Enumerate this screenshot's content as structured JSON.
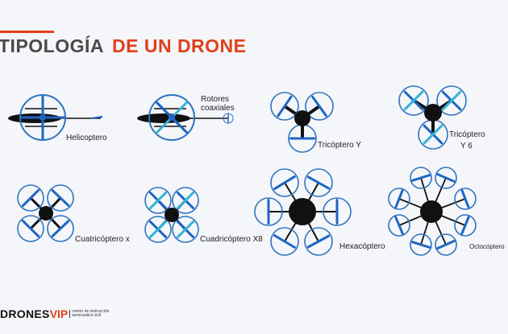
{
  "title": {
    "part1": "TIPOLOGÍA",
    "part2": "DE UN DRONE"
  },
  "colors": {
    "accent": "#e0401c",
    "rotor": "#2f74c0",
    "blade": "#1f66c4",
    "blade_light": "#35b3d6",
    "body": "#111111"
  },
  "drones": [
    {
      "type": "helicopter",
      "label": "Helicoptero"
    },
    {
      "type": "coaxial",
      "label": "Rotores coaxiales",
      "label_lines": [
        "Rotores",
        "coaxiales"
      ]
    },
    {
      "type": "tri-y",
      "label": "Tricóptero Y"
    },
    {
      "type": "tri-y6",
      "label": "Tricóptero Y 6",
      "label_lines": [
        "Tricóptero",
        "Y 6"
      ]
    },
    {
      "type": "quad-x",
      "label": "Cuatricóptero x"
    },
    {
      "type": "quad-x8",
      "label": "Cuadricóptero X8"
    },
    {
      "type": "hexa",
      "label": "Hexacóptero"
    },
    {
      "type": "octo",
      "label": "Octocóptero"
    }
  ],
  "logo": {
    "brand1": "DRONES",
    "brand2": "VIP",
    "subtitle_lines": [
      "centro de instrucción",
      "aeronautico civil"
    ]
  }
}
